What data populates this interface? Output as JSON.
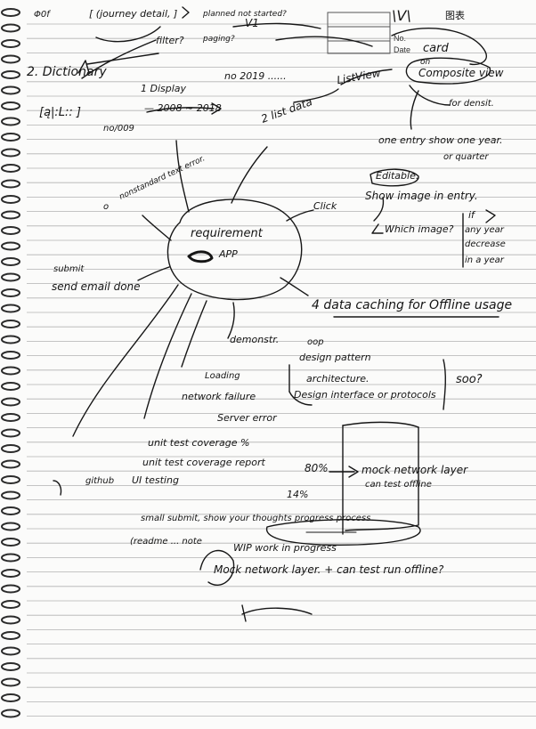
{
  "notebook": {
    "printed": {
      "no_label": "No.",
      "date_label": "Date"
    }
  },
  "notes": {
    "top_left_mark": "Φ0f",
    "journey_detail": "[ (journey detail, ]",
    "planned_not_started": "planned not started?",
    "filter": "filter?",
    "paging": "paging?",
    "v1": "V1",
    "v_mark": "\\V\\",
    "chinese_top_right": "图表",
    "card": "card",
    "on": "on",
    "composite_view": "Composite view",
    "for_density": "for densit.",
    "dictionary": "2. Dictionary",
    "brackets_letters": "[ą|:L:: ]",
    "display": "1 Display",
    "years_a": "no 2019 ......",
    "years_b": "— 2008 ~ 2018",
    "no_2009": "no/009",
    "list_data": "2 list data",
    "listview": "ListView",
    "one_entry": "one entry show one year.",
    "per_quarter": "or quarter",
    "nonstandard_text": "nonstandard text error.",
    "circle_zero": "o",
    "editable": "Editable.",
    "click": "Click",
    "show_image": "Show image in entry.",
    "which_image": "Which image?",
    "if_any": "if",
    "any_year": "any year",
    "decrease": "decrease",
    "in_year": "in a year",
    "requirement": "requirement",
    "app": "APP",
    "submit": "submit",
    "send_email": "send email done",
    "data_caching": "4 data caching for Offline usage",
    "demo": "demonstr.",
    "oop": "oop",
    "design_pattern": "design pattern",
    "architecture": "architecture.",
    "design_interface": "Design interface or protocols",
    "soo": "soo?",
    "loading": "Loading",
    "network_failure": "network failure",
    "server_error": "Server error",
    "unit_test_coverage": "unit test coverage  %",
    "unit_test_report": "unit test coverage report",
    "ui_testing": "UI testing",
    "github": "github",
    "eighty": "80%",
    "fourteen": "14%",
    "mock_network": "mock network layer",
    "can_test_offline": "can test offline",
    "small_submit": "small submit, show your thoughts progress process",
    "readme": "(readme ... note",
    "wip": "WIP work in progress",
    "mock_network_2": "Mock network layer. + can test run offline?"
  }
}
